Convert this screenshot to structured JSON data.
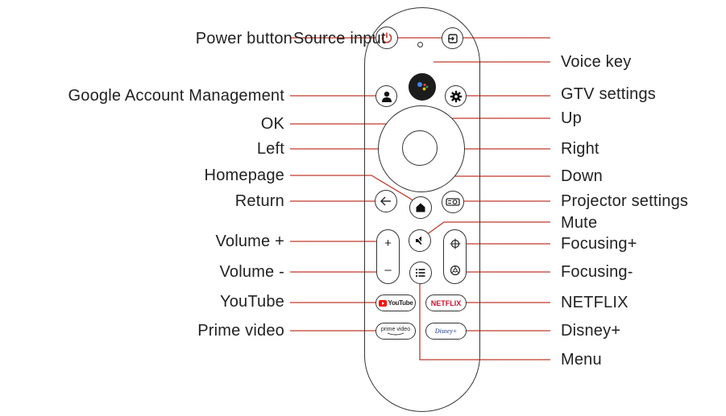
{
  "labels_left": {
    "power": "Power button",
    "source": "Source input",
    "google_account": "Google Account Management",
    "ok": "OK",
    "left": "Left",
    "homepage": "Homepage",
    "return": "Return",
    "volume_up": "Volume +",
    "volume_down": "Volume -",
    "youtube": "YouTube",
    "prime_video": "Prime video"
  },
  "labels_right": {
    "voice_key": "Voice key",
    "gtv_settings": "GTV settings",
    "up": "Up",
    "right": "Right",
    "down": "Down",
    "projector_settings": "Projector settings",
    "mute": "Mute",
    "focusing_plus": "Focusing+",
    "focusing_minus": "Focusing-",
    "netflix": "NETFLIX",
    "disney_plus": "Disney+",
    "menu": "Menu"
  },
  "remote_buttons": {
    "volume_plus_glyph": "+",
    "volume_minus_glyph": "–",
    "youtube_logo_text": "YouTube",
    "netflix_logo_text": "NETFLIX",
    "prime_logo_text": "prime video",
    "disney_logo_text": "Disney+"
  },
  "colors": {
    "leader_line": "#c0392b",
    "outline": "#333333",
    "youtube_red": "#ff0000",
    "netflix_red": "#c8102e",
    "assistant_blue": "#4285f4",
    "assistant_red": "#ea4335",
    "assistant_yellow": "#fbbc05",
    "assistant_green": "#34a853"
  }
}
